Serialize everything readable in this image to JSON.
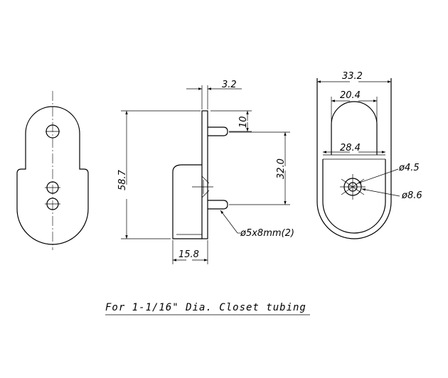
{
  "dimensions": {
    "thickness": "3.2",
    "top_offset": "10",
    "overall_height": "58.7",
    "pin_spacing": "32.0",
    "base_depth": "15.8",
    "outer_width": "33.2",
    "inner_width_top": "20.4",
    "inner_width": "28.4",
    "hole_small": "ø4.5",
    "hole_large": "ø8.6",
    "pin_callout": "ø5x8mm(2)"
  },
  "caption": "For 1-1/16\" Dia. Closet tubing"
}
